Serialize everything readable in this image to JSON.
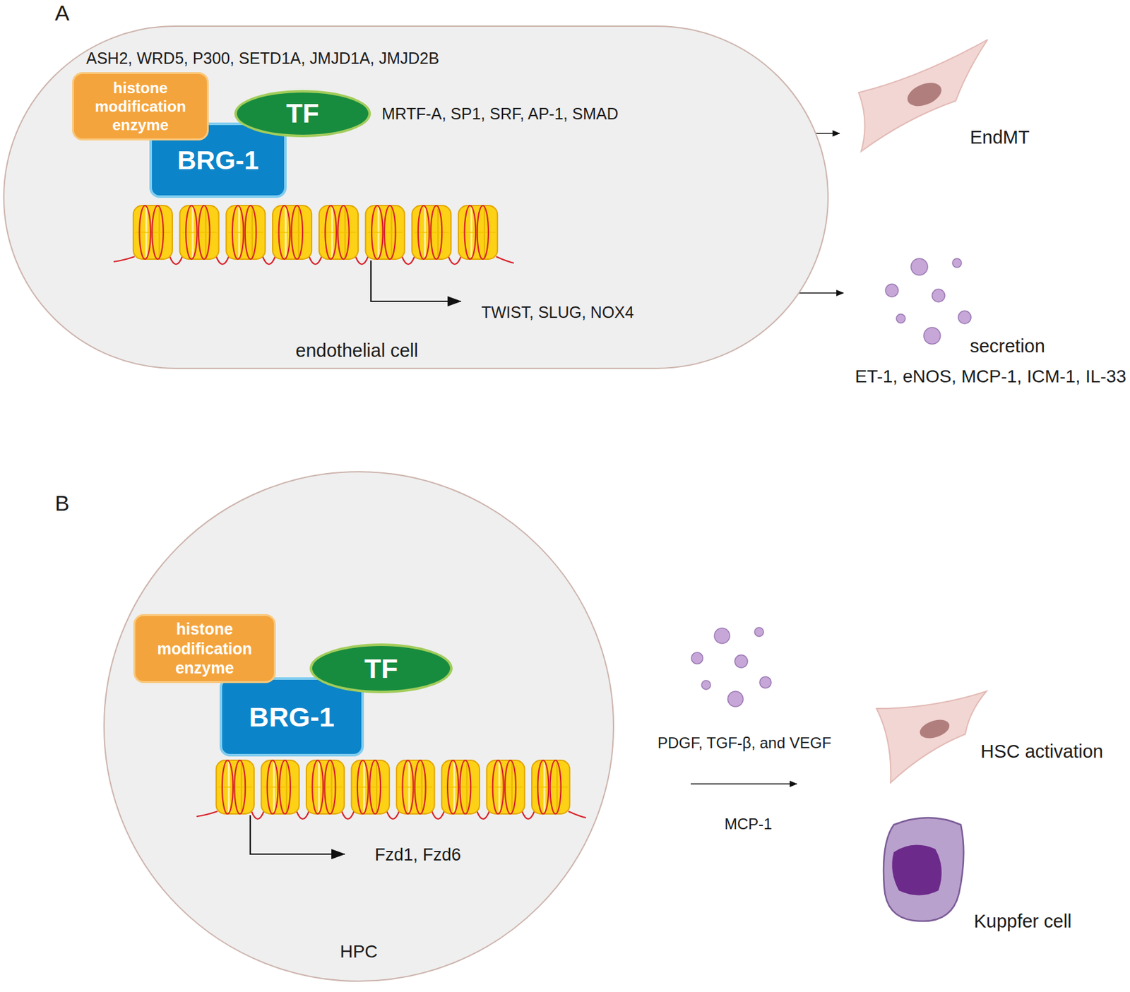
{
  "diagram": {
    "nodes": [
      {
        "text": [
          "endothelial cell"
        ]
      },
      {
        "text": [
          "histone modification enzyme"
        ],
        "in": 0
      },
      {
        "text": [
          "TF"
        ],
        "in": 0
      },
      {
        "text": [
          "BRG-1"
        ],
        "in": 0
      },
      {
        "text": [
          "HPC"
        ]
      },
      {
        "text": [
          "histone modification enzyme"
        ],
        "in": 4
      },
      {
        "text": [
          "TF"
        ],
        "in": 4
      },
      {
        "text": [
          "BRG-1"
        ],
        "in": 4
      },
      {
        "text": [
          "EndMT"
        ]
      },
      {
        "text": [
          "HSC activation"
        ]
      },
      {
        "text": [
          "Kuppfer cell"
        ]
      }
    ],
    "labels": [
      "A",
      "B",
      "ASH2, WRD5, P300, SETD1A, JMJD1A, JMJD2B",
      "MRTF-A, SP1, SRF, AP-1, SMAD",
      "TWIST, SLUG, NOX4",
      "secretion",
      "ET-1, eNOS, MCP-1, ICM-1, IL-33",
      "Fzd1, Fzd6",
      "PDGF, TGF-β, and VEGF",
      "MCP-1"
    ]
  }
}
